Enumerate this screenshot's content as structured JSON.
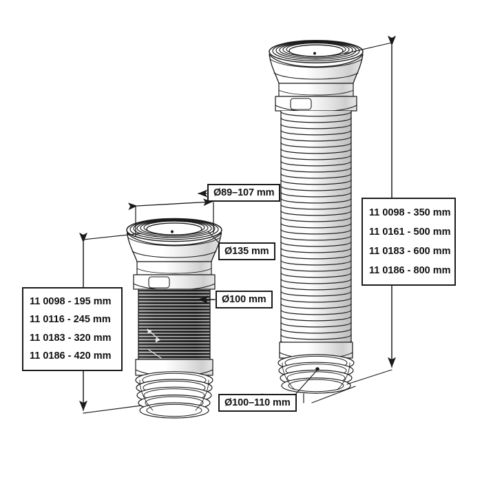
{
  "figure": {
    "type": "technical-line-drawing",
    "subject": "flexible WC pan connectors, two lengths",
    "background": "#ffffff",
    "line_color": "#1a1a1a"
  },
  "callouts": [
    {
      "id": "co-89",
      "name": "diameter-89-107-callout",
      "text": "Ø89–107 mm",
      "pointer": "double-arrow-horizontal"
    },
    {
      "id": "co-135",
      "name": "diameter-135-callout",
      "text": "Ø135 mm",
      "pointer": "leader-line"
    },
    {
      "id": "co-100",
      "name": "diameter-100-callout",
      "text": "Ø100 mm",
      "pointer": "arrow-left"
    },
    {
      "id": "co-100110",
      "name": "diameter-100-110-callout",
      "text": "Ø100–110 mm",
      "pointer": "leader-line-double"
    }
  ],
  "left_product": {
    "name": "short-pan-connector",
    "dimension_label": "overall-length",
    "variants": [
      {
        "code": "11 0098",
        "sep": "-",
        "length": "195 mm",
        "text": "11 0098 - 195 mm"
      },
      {
        "code": "11 0116",
        "sep": "-",
        "length": "245 mm",
        "text": "11 0116 - 245 mm"
      },
      {
        "code": "11 0183",
        "sep": "-",
        "length": "320 mm",
        "text": "11 0183 - 320 mm"
      },
      {
        "code": "11 0186",
        "sep": "-",
        "length": "420 mm",
        "text": "11 0186 - 420 mm"
      }
    ]
  },
  "right_product": {
    "name": "long-pan-connector",
    "dimension_label": "overall-length",
    "variants": [
      {
        "code": "11 0098",
        "sep": "-",
        "length": "350 mm",
        "text": "11 0098 - 350 mm"
      },
      {
        "code": "11 0161",
        "sep": "-",
        "length": "500 mm",
        "text": "11 0161 - 500 mm"
      },
      {
        "code": "11 0183",
        "sep": "-",
        "length": "600 mm",
        "text": "11 0183 - 600 mm"
      },
      {
        "code": "11 0186",
        "sep": "-",
        "length": "800 mm",
        "text": "11 0186 - 800 mm"
      }
    ]
  }
}
